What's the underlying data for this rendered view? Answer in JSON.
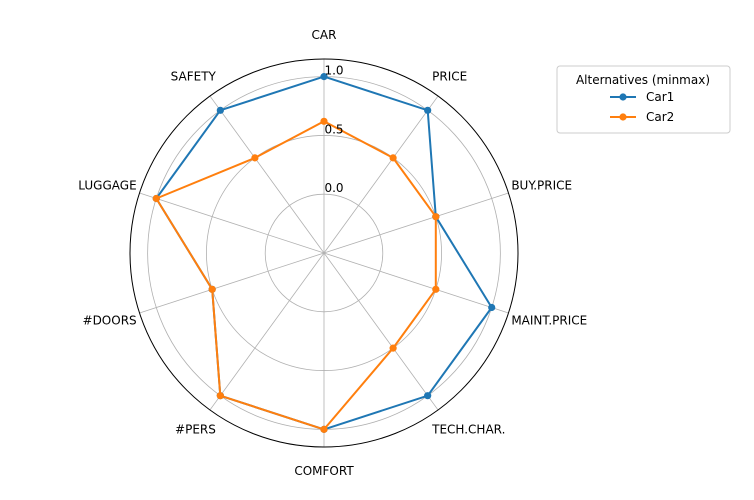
{
  "chart_data": {
    "type": "radar",
    "axes": [
      "CAR",
      "PRICE",
      "BUY.PRICE",
      "MAINT.PRICE",
      "TECH.CHAR.",
      "COMFORT",
      "#PERS",
      "#DOORS",
      "LUGGAGE",
      "SAFETY"
    ],
    "r_ticks": [
      0.0,
      0.5,
      1.0
    ],
    "r_tick_labels": [
      "0.0",
      "0.5",
      "1.0"
    ],
    "rlim": [
      -0.5,
      1.15
    ],
    "grid": true,
    "legend": {
      "title": "Alternatives (minmax)",
      "placement": "upper-right-outside"
    },
    "series": [
      {
        "name": "Car1",
        "color": "#1f77b4",
        "values": [
          1.0,
          1.0,
          0.5,
          1.0,
          1.0,
          1.0,
          1.0,
          0.5,
          1.0,
          1.0
        ]
      },
      {
        "name": "Car2",
        "color": "#ff7f0e",
        "values": [
          0.62,
          0.5,
          0.5,
          0.5,
          0.5,
          1.0,
          1.0,
          0.5,
          1.0,
          0.5
        ]
      }
    ]
  }
}
